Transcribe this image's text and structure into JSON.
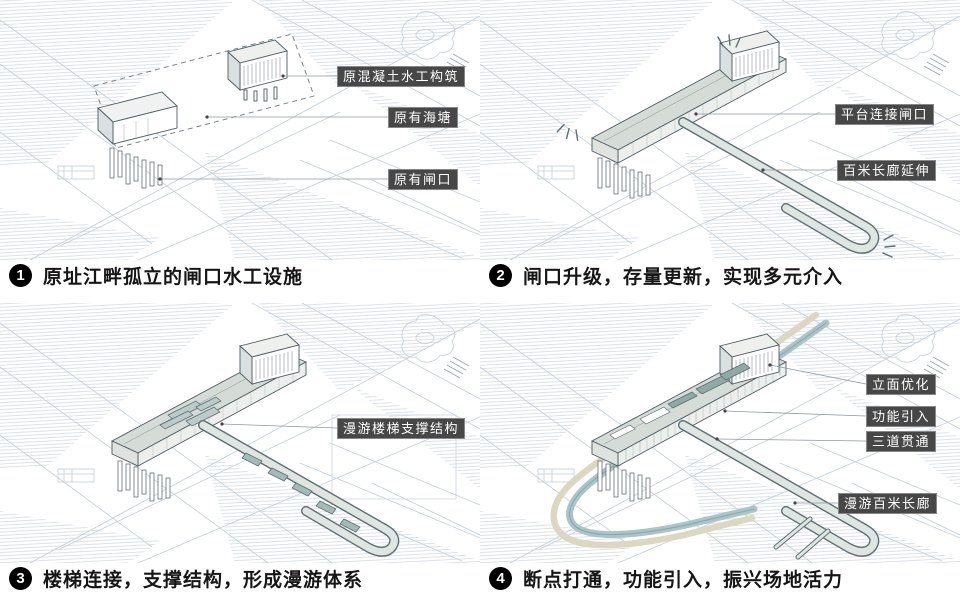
{
  "figure": {
    "background_color": "#ffffff",
    "linework_color": "#c2cdda",
    "structure_gray": "#d5dbd6",
    "accent_teal": "#abc4c8",
    "accent_beige": "#dcd7c0",
    "chip_bg": "#474747",
    "chip_text_color": "#ffffff",
    "caption_color": "#161616"
  },
  "panels": [
    {
      "number": "1",
      "caption": "原址江畔孤立的闸口水工设施",
      "labels": [
        {
          "text": "原混凝土水工构筑"
        },
        {
          "text": "原有海塘"
        },
        {
          "text": "原有闸口"
        }
      ]
    },
    {
      "number": "2",
      "caption": "闸口升级，存量更新，实现多元介入",
      "labels": [
        {
          "text": "平台连接闸口"
        },
        {
          "text": "百米长廊延伸"
        }
      ]
    },
    {
      "number": "3",
      "caption": "楼梯连接，支撑结构，形成漫游体系",
      "labels": [
        {
          "text": "漫游楼梯支撑结构"
        }
      ]
    },
    {
      "number": "4",
      "caption": "断点打通，功能引入，振兴场地活力",
      "labels": [
        {
          "text": "立面优化"
        },
        {
          "text": "功能引入"
        },
        {
          "text": "三道贯通"
        },
        {
          "text": "漫游百米长廊"
        }
      ]
    }
  ]
}
